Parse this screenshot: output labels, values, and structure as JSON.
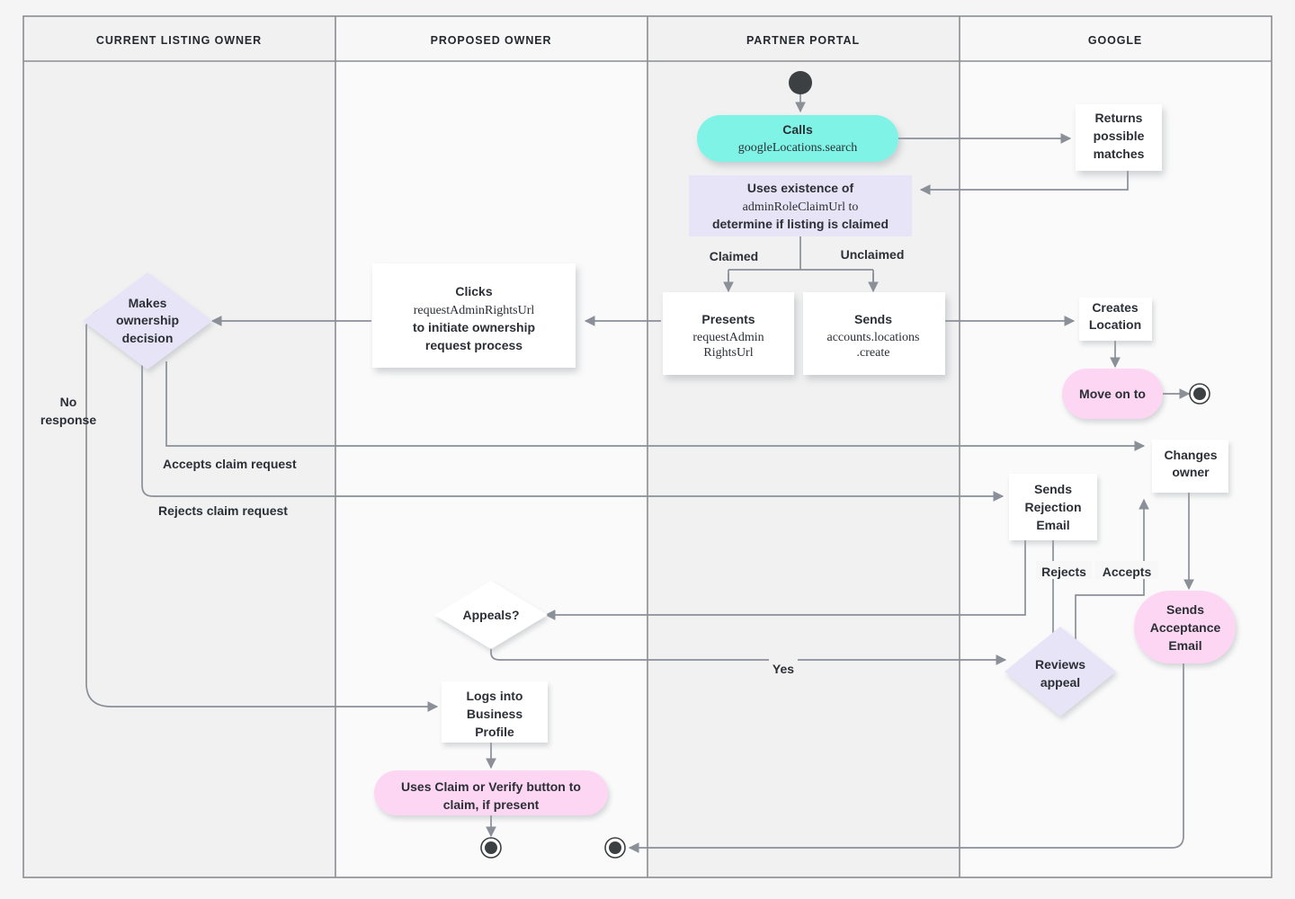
{
  "diagram": {
    "title": "Listing ownership transfer flow",
    "background": "#f5f5f5",
    "lane_header_fill": "#f1f1f1",
    "colors": {
      "lane_border": "#8a8d93",
      "edge": "#8a8f98",
      "node_white": "#ffffff",
      "node_lavender": "#e8e4f7",
      "node_cyan": "#7ff4e6",
      "node_pink": "#fcd6f2",
      "text": "#2b2f36",
      "terminal": "#3c4043"
    },
    "lanes": [
      {
        "id": "lane-current-listing-owner",
        "label": "CURRENT LISTING OWNER"
      },
      {
        "id": "lane-proposed-owner",
        "label": "PROPOSED OWNER"
      },
      {
        "id": "lane-partner-portal",
        "label": "PARTNER PORTAL"
      },
      {
        "id": "lane-google",
        "label": "GOOGLE"
      }
    ],
    "nodes": {
      "start": {
        "name": "start-node",
        "shape": "start-circle"
      },
      "calls_search": {
        "name": "calls-google-locations-search",
        "shape": "rounded",
        "fill": "node_cyan",
        "lines": [
          "Calls",
          "googleLocations.search"
        ],
        "mono_lines": [
          false,
          true
        ]
      },
      "returns_matches": {
        "name": "returns-possible-matches",
        "shape": "rect",
        "fill": "node_white",
        "lines": [
          "Returns",
          "possible",
          "matches"
        ],
        "mono_lines": [
          false,
          false,
          false
        ]
      },
      "uses_existence": {
        "name": "uses-existence-of-admin-role-claim-url",
        "shape": "rect-flat",
        "fill": "node_lavender",
        "lines": [
          "Uses existence of",
          "adminRoleClaimUrl to",
          "determine if listing is claimed"
        ],
        "mono_lines": [
          false,
          "mixed",
          false
        ]
      },
      "presents_url": {
        "name": "presents-request-admin-rights-url",
        "shape": "rect",
        "fill": "node_white",
        "lines": [
          "Presents",
          "requestAdmin",
          "RightsUrl"
        ],
        "mono_lines": [
          false,
          true,
          true
        ]
      },
      "sends_create": {
        "name": "sends-accounts-locations-create",
        "shape": "rect",
        "fill": "node_white",
        "lines": [
          "Sends",
          "accounts.locations",
          ".create"
        ],
        "mono_lines": [
          false,
          true,
          true
        ]
      },
      "creates_location": {
        "name": "creates-location",
        "shape": "rect",
        "fill": "node_white",
        "lines": [
          "Creates",
          "Location"
        ],
        "mono_lines": [
          false,
          false
        ]
      },
      "move_on_to": {
        "name": "move-on-to",
        "shape": "rounded",
        "fill": "node_pink",
        "lines": [
          "Move on to"
        ],
        "mono_lines": [
          false
        ]
      },
      "end_move_on": {
        "name": "end-node-move-on-to",
        "shape": "end-circle"
      },
      "clicks_url": {
        "name": "clicks-request-admin-rights-url",
        "shape": "rect",
        "fill": "node_white",
        "lines": [
          "Clicks",
          "requestAdminRightsUrl",
          "to initiate ownership",
          "request process"
        ],
        "mono_lines": [
          false,
          true,
          false,
          false
        ]
      },
      "makes_decision": {
        "name": "makes-ownership-decision",
        "shape": "diamond",
        "fill": "node_lavender",
        "lines": [
          "Makes",
          "ownership",
          "decision"
        ],
        "mono_lines": [
          false,
          false,
          false
        ]
      },
      "changes_owner": {
        "name": "changes-owner",
        "shape": "rect",
        "fill": "node_white",
        "lines": [
          "Changes",
          "owner"
        ],
        "mono_lines": [
          false,
          false
        ]
      },
      "sends_rejection": {
        "name": "sends-rejection-email",
        "shape": "rect",
        "fill": "node_white",
        "lines": [
          "Sends",
          "Rejection",
          "Email"
        ],
        "mono_lines": [
          false,
          false,
          false
        ]
      },
      "sends_acceptance": {
        "name": "sends-acceptance-email",
        "shape": "rounded",
        "fill": "node_pink",
        "lines": [
          "Sends",
          "Acceptance",
          "Email"
        ],
        "mono_lines": [
          false,
          false,
          false
        ]
      },
      "appeals": {
        "name": "appeals-decision",
        "shape": "diamond",
        "fill": "node_white",
        "lines": [
          "Appeals?"
        ],
        "mono_lines": [
          false
        ]
      },
      "reviews_appeal": {
        "name": "reviews-appeal",
        "shape": "diamond",
        "fill": "node_lavender",
        "lines": [
          "Reviews",
          "appeal"
        ],
        "mono_lines": [
          false,
          false
        ]
      },
      "logs_into": {
        "name": "logs-into-business-profile",
        "shape": "rect",
        "fill": "node_white",
        "lines": [
          "Logs into",
          "Business",
          "Profile"
        ],
        "mono_lines": [
          false,
          false,
          false
        ]
      },
      "uses_claim_verify": {
        "name": "uses-claim-or-verify-button",
        "shape": "rounded",
        "fill": "node_pink",
        "lines": [
          "Uses Claim or Verify button to",
          "claim, if present"
        ],
        "mono_lines": [
          false,
          false
        ]
      },
      "end_claim": {
        "name": "end-node-claim-flow",
        "shape": "end-circle"
      },
      "end_acceptance": {
        "name": "end-node-acceptance-flow",
        "shape": "end-circle"
      }
    },
    "edge_labels": {
      "claimed": "Claimed",
      "unclaimed": "Unclaimed",
      "no_response_1": "No",
      "no_response_2": "response",
      "accepts_claim": "Accepts claim request",
      "rejects_claim": "Rejects claim request",
      "rejects": "Rejects",
      "accepts": "Accepts",
      "yes": "Yes"
    }
  }
}
